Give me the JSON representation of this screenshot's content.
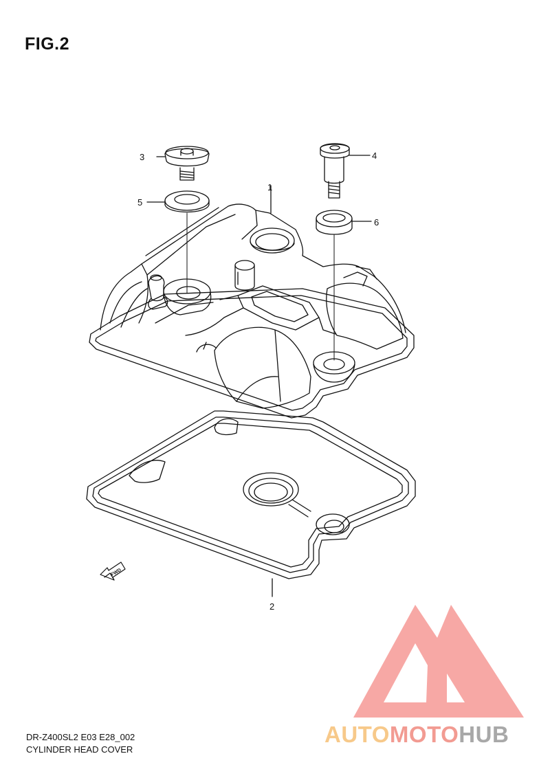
{
  "figure": {
    "title": "FIG.2"
  },
  "callouts": [
    {
      "number": "1"
    },
    {
      "number": "2"
    },
    {
      "number": "3"
    },
    {
      "number": "4"
    },
    {
      "number": "5"
    },
    {
      "number": "6"
    }
  ],
  "direction_marker": {
    "label": "FWD"
  },
  "footer": {
    "model_code": "DR-Z400SL2 E03 E28_002",
    "caption": "CYLINDER HEAD COVER"
  },
  "watermark": {
    "word_1": "AUTO",
    "word_2": "MOTO",
    "word_3": "HUB",
    "colors": {
      "auto": "#f7c98a",
      "moto": "#f29b92",
      "hub": "#a8a8a8",
      "triangle": "#f7a3a0"
    }
  }
}
